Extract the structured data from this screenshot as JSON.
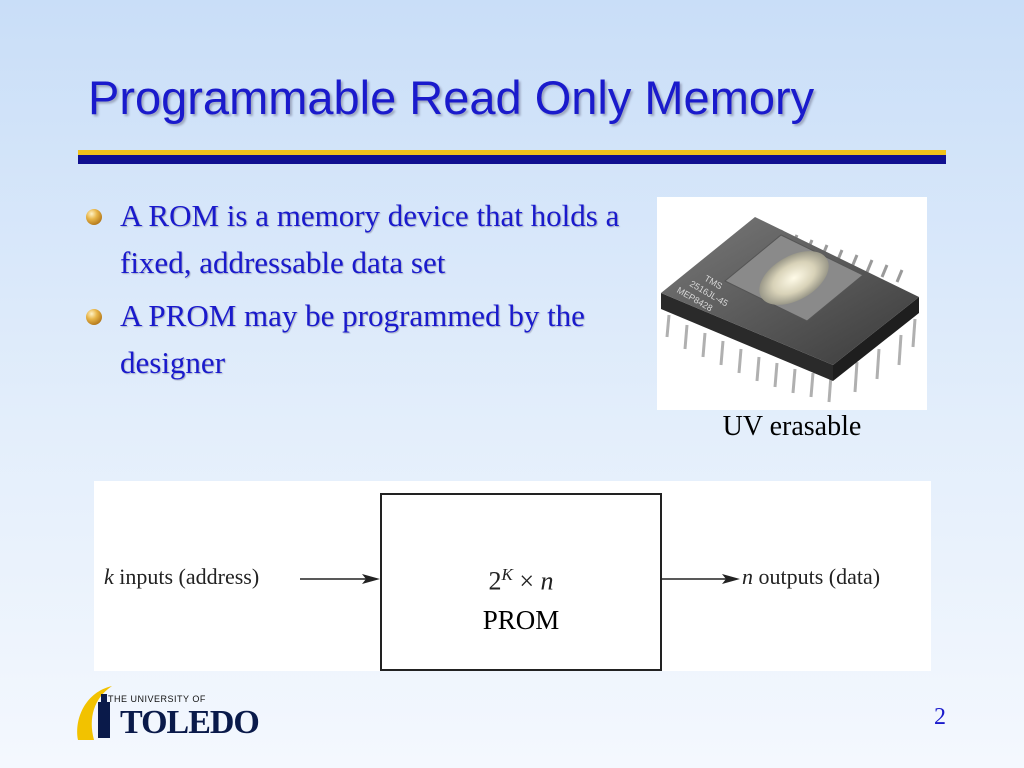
{
  "slide": {
    "title": "Programmable Read Only Memory",
    "page_number": "2",
    "colors": {
      "title": "#1a1acc",
      "rule_gold": "#f0c21a",
      "rule_navy": "#101090"
    }
  },
  "bullets": [
    {
      "text": "A ROM is a memory device that holds a fixed, addressable data set"
    },
    {
      "text": "A PROM may be programmed by the designer"
    }
  ],
  "image": {
    "caption": "UV erasable",
    "chip_markings": [
      "TMS",
      "2516JL-45",
      "MEP8428"
    ]
  },
  "diagram": {
    "input_var": "k",
    "input_text": " inputs (address)",
    "formula_base": "2",
    "formula_exp": "K",
    "formula_rest": " × ",
    "formula_var": "n",
    "box_label": "PROM",
    "output_var": "n",
    "output_text": " outputs (data)"
  },
  "logo": {
    "small_text": "THE UNIVERSITY OF",
    "big_text": "TOLEDO"
  }
}
